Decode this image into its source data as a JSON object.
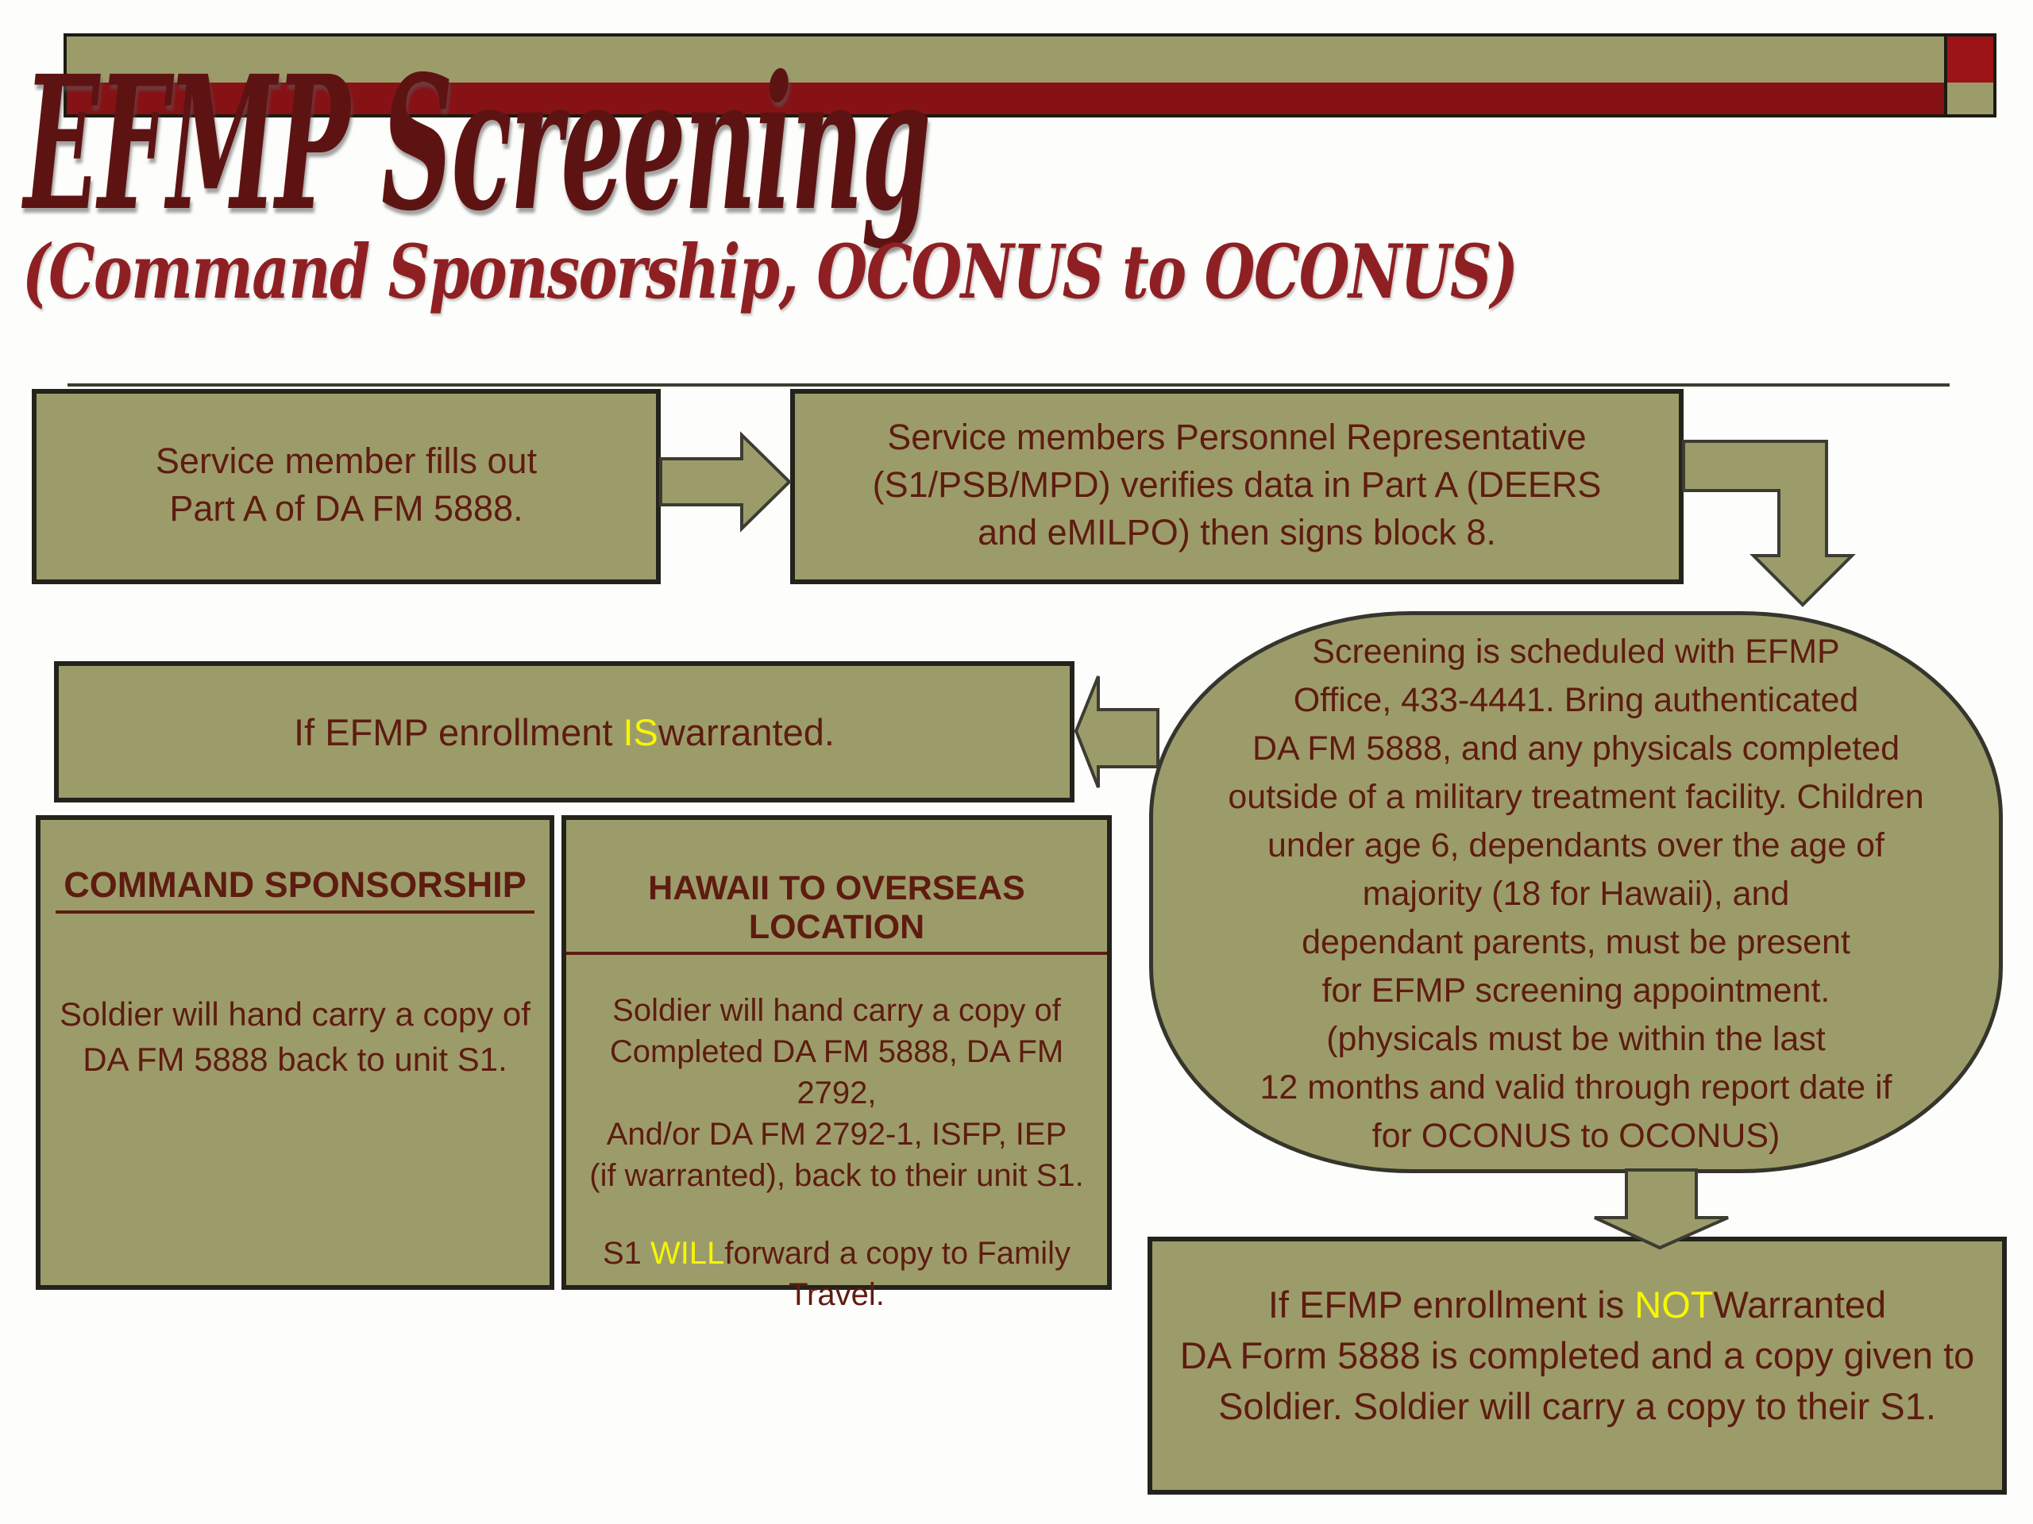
{
  "header": {
    "title": "EFMP Screening",
    "subtitle": "(Command Sponsorship, OCONUS to OCONUS)"
  },
  "colors": {
    "olive_fill": "#9c9c6b",
    "box_border": "#23231c",
    "text_maroon": "#5e1c10",
    "highlight_yellow": "#f6f600",
    "banner_red_bar": "#871216",
    "banner_red_square": "#9c1318",
    "title_maroon": "#5e1313",
    "subtitle_red": "#8e2023"
  },
  "flow": {
    "box1": {
      "lines": [
        "Service member fills out",
        "Part A of DA FM 5888."
      ]
    },
    "box2": {
      "lines": [
        "Service members Personnel Representative",
        "(S1/PSB/MPD) verifies data in Part A (DEERS",
        "and eMILPO) then signs block 8."
      ]
    },
    "blob": {
      "lines": [
        "Screening is scheduled with EFMP",
        "Office, 433-4441. Bring authenticated",
        "DA FM 5888, and any physicals completed",
        "outside of a military treatment facility. Children",
        "under age 6, dependants over the age of",
        "majority (18 for Hawaii), and",
        "dependant parents, must be present",
        "for EFMP screening appointment.",
        "(physicals must be within the last",
        "12 months and valid through report date if",
        "for OCONUS to OCONUS)"
      ]
    },
    "is_box": {
      "prefix": "If EFMP enrollment ",
      "highlight": "IS",
      "suffix": "warranted."
    },
    "command_box": {
      "title": "COMMAND SPONSORSHIP",
      "body": [
        "Soldier will hand carry a copy of",
        "DA FM 5888 back to unit S1."
      ]
    },
    "hawaii_box": {
      "title": "HAWAII TO OVERSEAS LOCATION",
      "body": [
        "Soldier will hand carry a copy of",
        "Completed DA FM 5888, DA FM 2792,",
        "And/or  DA FM 2792-1, ISFP, IEP",
        "(if warranted), back to their unit S1."
      ],
      "s1_prefix": "S1 ",
      "s1_highlight": "WILL",
      "s1_suffix": "forward a copy to Family",
      "s1_line2": "Travel."
    },
    "not_box": {
      "prefix": "If EFMP enrollment is ",
      "highlight": "NOT",
      "suffix": "Warranted",
      "rest": [
        "DA Form 5888 is completed and a copy given to",
        "Soldier. Soldier will carry a copy to their S1."
      ]
    }
  }
}
